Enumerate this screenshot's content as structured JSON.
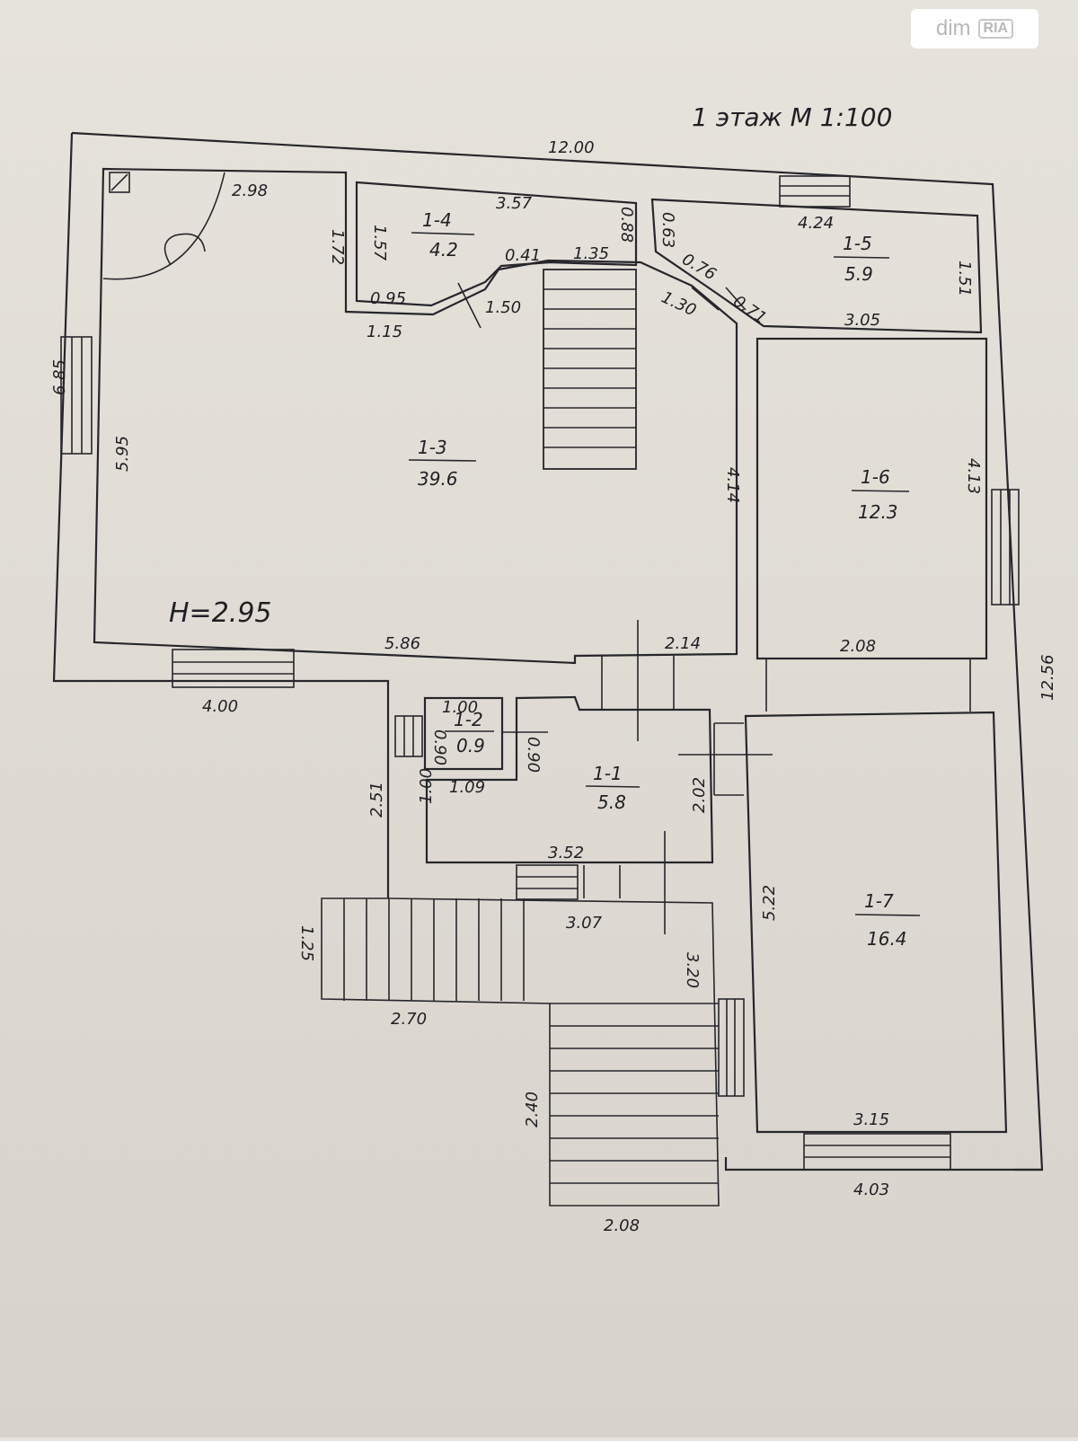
{
  "header": {
    "title": "1 этаж  М 1:100"
  },
  "watermark": {
    "text_dim": "dim",
    "text_ria": "RIA"
  },
  "ceiling_height": "H=2.95",
  "rooms": [
    {
      "number": "1-1",
      "area": "5.8"
    },
    {
      "number": "1-2",
      "area": "0.9"
    },
    {
      "number": "1-3",
      "area": "39.6"
    },
    {
      "number": "1-4",
      "area": "4.2"
    },
    {
      "number": "1-5",
      "area": "5.9"
    },
    {
      "number": "1-6",
      "area": "12.3"
    },
    {
      "number": "1-7",
      "area": "16.4"
    }
  ],
  "dimensions": {
    "overall_top": "12.00",
    "overall_left": "6.85",
    "overall_right": "12.56",
    "r13_top": "2.98",
    "r13_left": "5.95",
    "r13_bottom": "5.86",
    "r13_bottom2": "2.14",
    "r13_right": "4.14",
    "r14_top": "3.57",
    "r14_left": "1.57",
    "r14_outer_left": "1.72",
    "r14_right": "0.88",
    "r14_d1": "0.41",
    "r14_d2": "1.35",
    "r14_d3": "0.95",
    "r14_d4": "1.50",
    "r14_d5": "1.15",
    "r15_top": "4.24",
    "r15_left": "0.63",
    "r15_d1": "0.76",
    "r15_d2": "1.30",
    "r15_d3": "0.71",
    "r15_bottom": "3.05",
    "r15_right": "1.51",
    "r16_right": "4.13",
    "r16_bottom": "2.08",
    "r12_top": "1.00",
    "r12_left": "0.90",
    "r12_right": "0.90",
    "r11_left": "1.00",
    "r11_top": "1.09",
    "r11_right": "2.02",
    "r11_bottom": "3.52",
    "porch_top": "3.07",
    "porch_right": "3.20",
    "porch_left": "1.25",
    "porch_bottom": "2.70",
    "stairs_left": "2.40",
    "stairs_bottom": "2.08",
    "terrace_left": "4.00",
    "terrace_side": "2.51",
    "r17_left": "5.22",
    "r17_bottom": "3.15",
    "r17_outer_bottom": "4.03"
  }
}
